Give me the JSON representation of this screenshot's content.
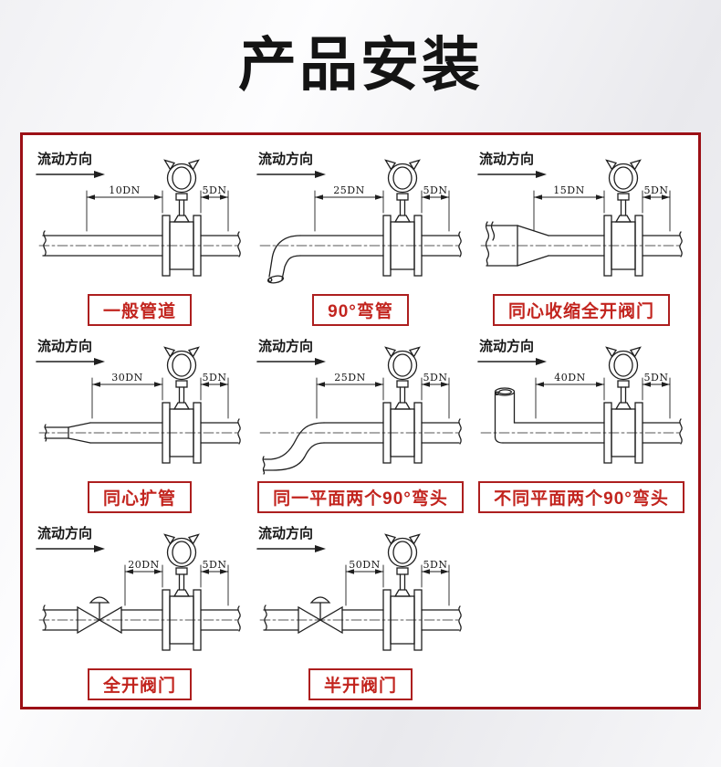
{
  "header": {
    "title": "产品安装"
  },
  "colors": {
    "frame_border": "#9c1016",
    "caption_border": "#ad1f1f",
    "caption_text": "#c2241e",
    "diagram_line": "#1f1f1f",
    "title_text": "#141414"
  },
  "panels": [
    {
      "id": "general-pipe",
      "flow_label": "流动方向",
      "left_dim": "10DN",
      "right_dim": "5DN",
      "caption": "一般管道",
      "variant": "straight"
    },
    {
      "id": "elbow-90",
      "flow_label": "流动方向",
      "left_dim": "25DN",
      "right_dim": "5DN",
      "caption": "90°弯管",
      "variant": "bend-down"
    },
    {
      "id": "concentric-reduction-open-valve",
      "flow_label": "流动方向",
      "left_dim": "15DN",
      "right_dim": "5DN",
      "caption": "同心收缩全开阀门",
      "variant": "reducer"
    },
    {
      "id": "concentric-expansion",
      "flow_label": "流动方向",
      "left_dim": "30DN",
      "right_dim": "5DN",
      "caption": "同心扩管",
      "variant": "expander"
    },
    {
      "id": "two-90-elbows-same-plane",
      "flow_label": "流动方向",
      "left_dim": "25DN",
      "right_dim": "5DN",
      "caption": "同一平面两个90°弯头",
      "variant": "s-bend"
    },
    {
      "id": "two-90-elbows-different-planes",
      "flow_label": "流动方向",
      "left_dim": "40DN",
      "right_dim": "5DN",
      "caption": "不同平面两个90°弯头",
      "variant": "bend-up"
    },
    {
      "id": "fully-open-valve",
      "flow_label": "流动方向",
      "left_dim": "20DN",
      "right_dim": "5DN",
      "caption": "全开阀门",
      "variant": "valve"
    },
    {
      "id": "half-open-valve",
      "flow_label": "流动方向",
      "left_dim": "50DN",
      "right_dim": "5DN",
      "caption": "半开阀门",
      "variant": "valve"
    }
  ]
}
